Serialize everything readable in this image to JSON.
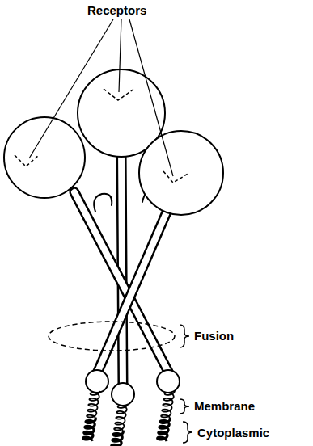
{
  "diagram": {
    "labels": [
      "Receptors",
      "Fusion",
      "Membrane",
      "Cytoplasmic"
    ]
  }
}
